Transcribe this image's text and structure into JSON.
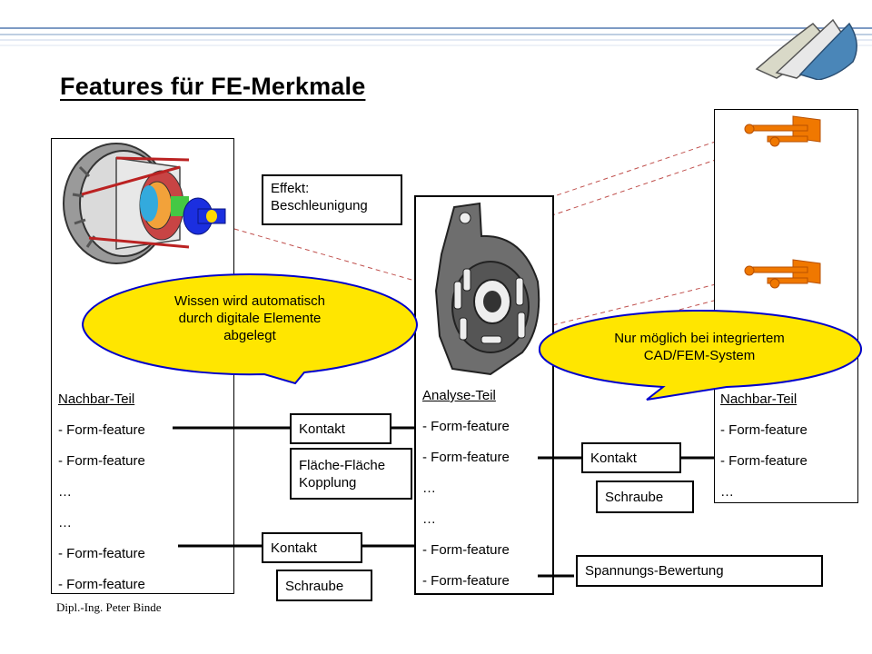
{
  "title": "Features für FE-Merkmale",
  "footer": "Dipl.-Ing. Peter Binde",
  "left_column": {
    "heading": "Nachbar-Teil",
    "items": [
      "- Form-feature",
      "- Form-feature",
      "…",
      "…",
      "- Form-feature",
      "- Form-feature"
    ]
  },
  "center_column": {
    "heading": "Analyse-Teil",
    "items": [
      "- Form-feature",
      "- Form-feature",
      "…",
      "…",
      "- Form-feature",
      "- Form-feature"
    ]
  },
  "right_column": {
    "heading": "Nachbar-Teil",
    "items": [
      "- Form-feature",
      "- Form-feature",
      "…"
    ]
  },
  "boxes": {
    "effekt": [
      "Effekt:",
      "Beschleunigung"
    ],
    "kontakt_top_left": "Kontakt",
    "flaeche": [
      "Fläche-Fläche",
      "Kopplung"
    ],
    "kontakt_bottom_left": "Kontakt",
    "schraube_left": "Schraube",
    "kontakt_right": "Kontakt",
    "schraube_right": "Schraube",
    "spannung": "Spannungs-Bewertung"
  },
  "callouts": {
    "left": [
      "Wissen wird automatisch",
      "durch digitale Elemente",
      "abgelegt"
    ],
    "right": [
      "Nur möglich bei integriertem",
      "CAD/FEM-System"
    ]
  },
  "colors": {
    "callout_fill": "#FFE600",
    "callout_stroke": "#0000CC",
    "header_line": "#5B7DB0",
    "link_line": "#C03030",
    "part_orange": "#F07800"
  }
}
